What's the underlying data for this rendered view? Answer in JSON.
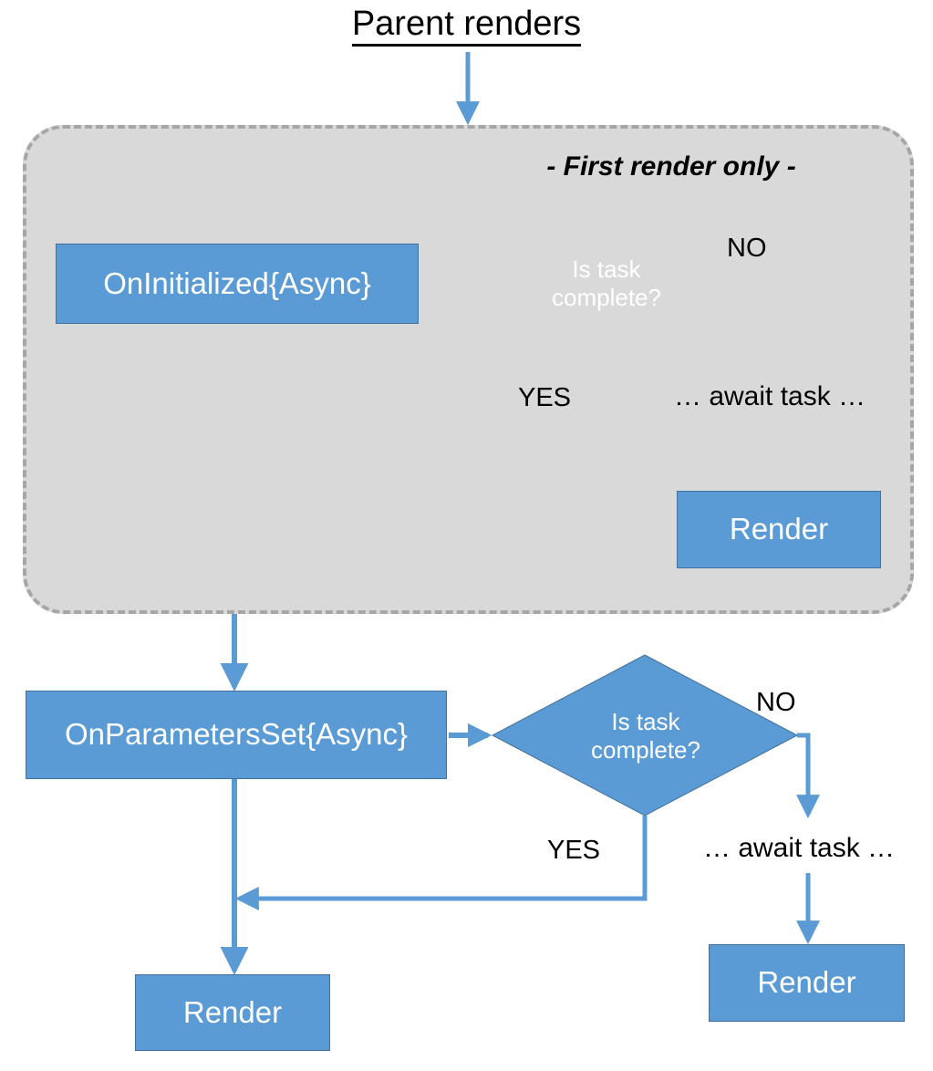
{
  "diagram": {
    "title": "Parent renders",
    "group": {
      "caption": "- First render only -"
    },
    "nodes": {
      "on_initialized": "OnInitialized{Async}",
      "on_parameters_set": "OnParametersSet{Async}",
      "render_first": "Render",
      "render_params_yes": "Render",
      "render_params_no": "Render"
    },
    "decisions": {
      "first_render": {
        "line1": "Is task",
        "line2": "complete?"
      },
      "parameters_set": {
        "line1": "Is task",
        "line2": "complete?"
      }
    },
    "edge_labels": {
      "first_no": "NO",
      "first_yes": "YES",
      "first_await": "… await task …",
      "params_no": "NO",
      "params_yes": "YES",
      "params_await": "… await task …"
    },
    "colors": {
      "accent_blue": "#5b9bd5",
      "accent_blue_border": "#41719c",
      "group_fill": "#d9d9d9",
      "group_border": "#a6a6a6",
      "text_dark": "#000000",
      "text_light": "#ffffff"
    }
  }
}
